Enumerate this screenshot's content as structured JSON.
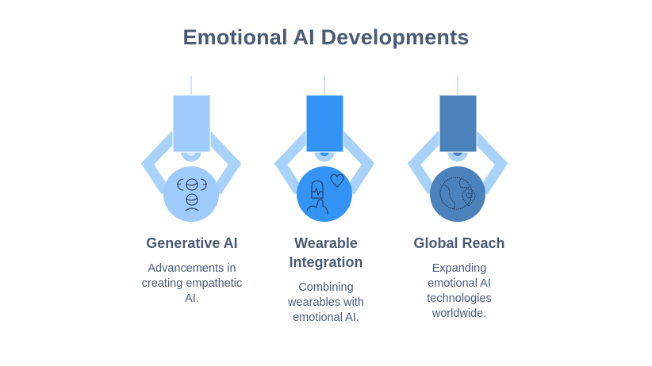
{
  "title": "Emotional AI Developments",
  "colors": {
    "text": "#4a5a75",
    "arm": "#a9d2fb",
    "line": "#a9d2fb",
    "item1": "#9ecbfb",
    "item2": "#3394f6",
    "item3": "#4b82bb"
  },
  "items": [
    {
      "heading": "Generative AI",
      "description": "Advancements in creating empathetic AI.",
      "icon": "faces-emotion-icon",
      "color": "#9ecbfb"
    },
    {
      "heading": "Wearable Integration",
      "description": "Combining wearables with emotional AI.",
      "icon": "wearable-heart-icon",
      "color": "#3394f6"
    },
    {
      "heading": "Global Reach",
      "description": "Expanding emotional AI technologies worldwide.",
      "icon": "globe-location-icon",
      "color": "#4b82bb"
    }
  ]
}
